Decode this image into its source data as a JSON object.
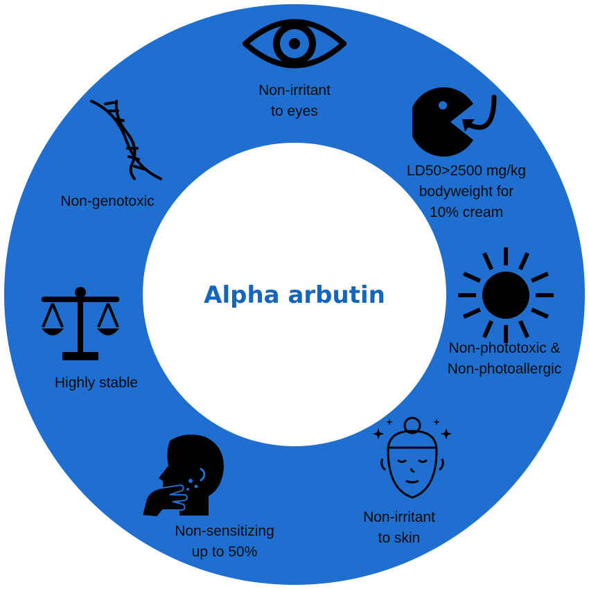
{
  "title": "Alpha arbutin",
  "colors": {
    "ring": "#1f6fd1",
    "title": "#1565c0",
    "icon": "#000000",
    "center": "#ffffff"
  },
  "items": [
    {
      "icon": "eye-icon",
      "lines": [
        "Non-irritant",
        "to eyes"
      ]
    },
    {
      "icon": "pacman-swallow-icon",
      "lines": [
        "LD50>2500 mg/kg",
        "bodyweight for",
        "10% cream"
      ]
    },
    {
      "icon": "sun-icon",
      "lines": [
        "Non-phototoxic &",
        "Non-photoallergic"
      ]
    },
    {
      "icon": "face-skin-icon",
      "lines": [
        "Non-irritant",
        "to skin"
      ]
    },
    {
      "icon": "allergy-face-icon",
      "lines": [
        "Non-sensitizing",
        "up to 50%"
      ]
    },
    {
      "icon": "balance-scale-icon",
      "lines": [
        "Highly stable"
      ]
    },
    {
      "icon": "dna-icon",
      "lines": [
        "Non-genotoxic"
      ]
    }
  ]
}
